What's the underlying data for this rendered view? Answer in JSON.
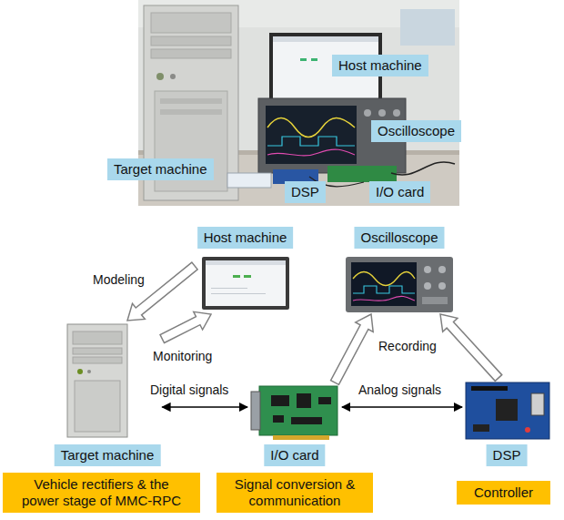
{
  "diagram": {
    "nodes": [
      {
        "text": [
          "Host machine"
        ]
      },
      {
        "text": [
          "Oscilloscope"
        ]
      },
      {
        "text": [
          "Target machine"
        ]
      },
      {
        "text": [
          "DSP"
        ]
      },
      {
        "text": [
          "I/O card"
        ]
      },
      {
        "text": [
          "Host machine"
        ]
      },
      {
        "text": [
          "Oscilloscope"
        ]
      },
      {
        "text": [
          "Target machine"
        ]
      },
      {
        "text": [
          "I/O card"
        ]
      },
      {
        "text": [
          "DSP"
        ]
      },
      {
        "text": [
          "Vehicle rectifiers & the power stage of MMC-RPC"
        ]
      },
      {
        "text": [
          "Signal conversion & communication"
        ]
      },
      {
        "text": [
          "Controller"
        ]
      }
    ],
    "edges": [
      {
        "from": 5,
        "to": 7,
        "label": "Modeling",
        "arrow": "to"
      },
      {
        "from": 7,
        "to": 5,
        "label": "Monitoring",
        "arrow": "to"
      },
      {
        "from": 7,
        "to": 8,
        "label": "Digital signals",
        "arrow": "both"
      },
      {
        "from": 8,
        "to": 9,
        "label": "Analog signals",
        "arrow": "both"
      },
      {
        "from": 8,
        "to": 6,
        "label": "Recording",
        "arrow": "to"
      },
      {
        "from": 9,
        "to": 6,
        "arrow": "to"
      }
    ]
  }
}
